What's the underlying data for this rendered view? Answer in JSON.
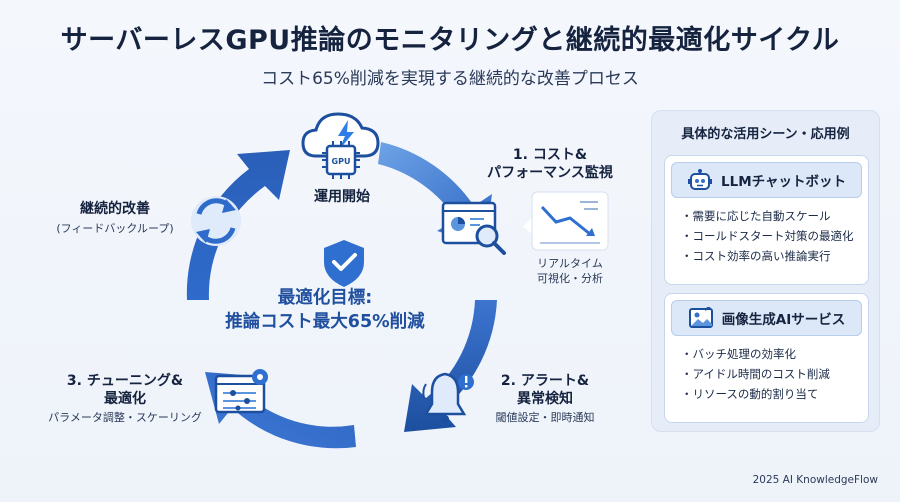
{
  "title": "サーバーレスGPU推論のモニタリングと継続的最適化サイクル",
  "subtitle": "コスト65%削減を実現する継続的な改善プロセス",
  "cycle": {
    "start": {
      "label": "運用開始",
      "chip": "GPU"
    },
    "step1": {
      "title_line1": "1. コスト&",
      "title_line2": "パフォーマンス監視",
      "caption_line1": "リアルタイム",
      "caption_line2": "可視化・分析"
    },
    "step2": {
      "title_line1": "2. アラート&",
      "title_line2": "異常検知",
      "caption": "閾値設定・即時通知"
    },
    "step3": {
      "title_line1": "3. チューニング&",
      "title_line2": "最適化",
      "caption": "パラメータ調整・スケーリング"
    },
    "improve": {
      "title": "継続的改善",
      "caption": "(フィードバックループ)"
    },
    "goal": {
      "line1": "最適化目標:",
      "line2": "推論コスト最大65%削減"
    }
  },
  "panel": {
    "title": "具体的な活用シーン・応用例",
    "cards": [
      {
        "title": "LLMチャットボット",
        "icon": "robot-icon",
        "items": [
          "需要に応じた自動スケール",
          "コールドスタート対策の最適化",
          "コスト効率の高い推論実行"
        ]
      },
      {
        "title": "画像生成AIサービス",
        "icon": "image-icon",
        "items": [
          "バッチ処理の効率化",
          "アイドル時間のコスト削減",
          "リソースの動的割り当て"
        ]
      }
    ]
  },
  "footer": "2025 AI KnowledgeFlow",
  "colors": {
    "arrow_light": "#5b95de",
    "arrow_dark": "#1d4f9f",
    "accent": "#2f6fd0"
  }
}
